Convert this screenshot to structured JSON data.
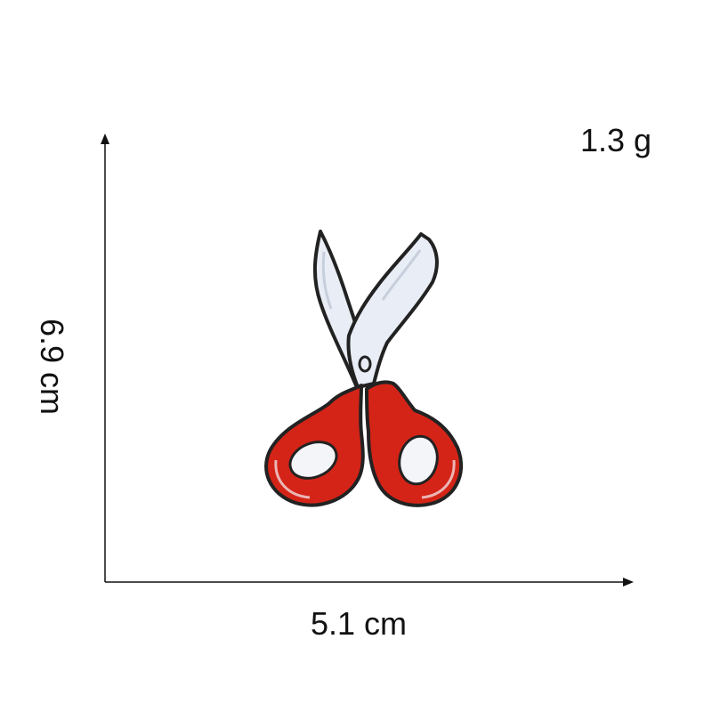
{
  "labels": {
    "weight": "1.3 g",
    "width": "5.1 cm",
    "height": "6.9 cm"
  },
  "image": {
    "subject": "scissors-patch",
    "colors": {
      "handle": "#d42417",
      "blade": "#e9edf5",
      "outline": "#222222",
      "axis": "#111111"
    }
  }
}
